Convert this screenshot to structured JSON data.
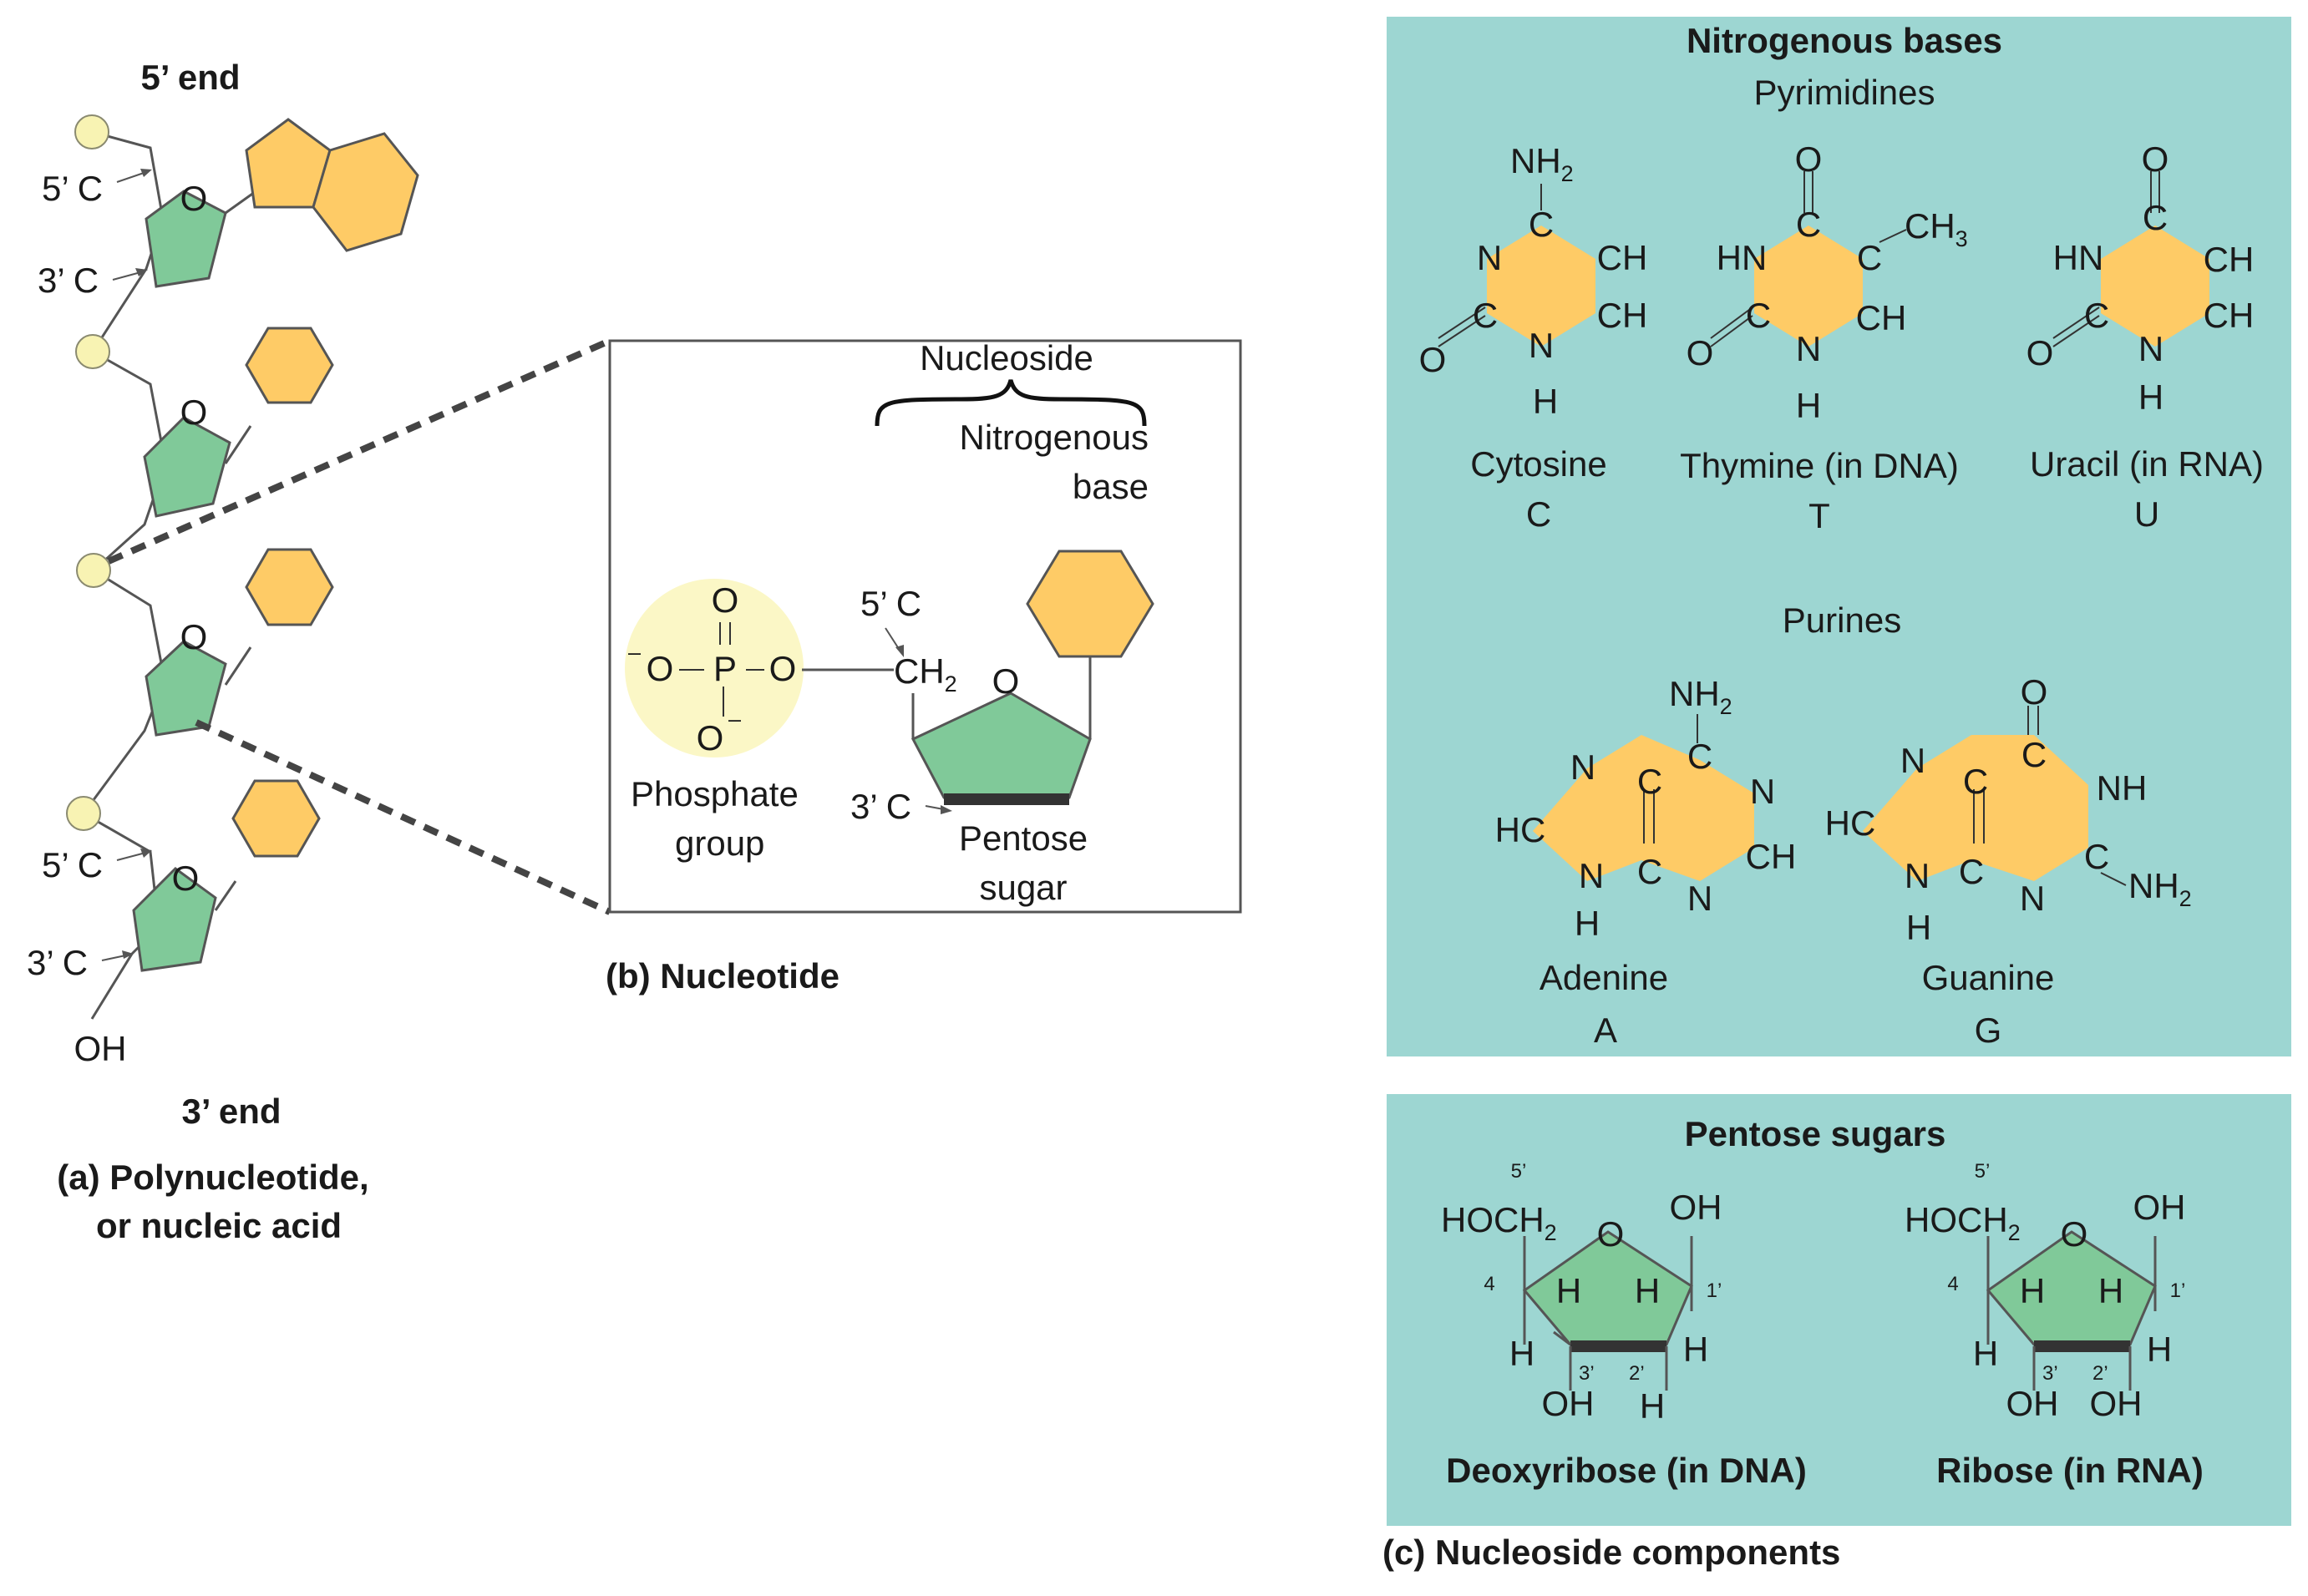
{
  "colors": {
    "panel_bg": "#9dd6d2",
    "base_fill": "#fecb66",
    "sugar_fill": "#80c999",
    "phosphate_fill": "#f8f3b3",
    "phosphate_glow": "#fbf7c6",
    "line": "#555555",
    "text": "#1a1a1a"
  },
  "panel_a": {
    "top_label": "5’ end",
    "bottom_label": "3’ end",
    "five_c": "5’ C",
    "three_c": "3’ C",
    "oxygen": "O",
    "oh": "OH",
    "caption_line1": "(a) Polynucleotide,",
    "caption_line2": "or nucleic acid"
  },
  "panel_b": {
    "nucleoside": "Nucleoside",
    "nitrogenous_base_line1": "Nitrogenous",
    "nitrogenous_base_line2": "base",
    "five_c": "5’ C",
    "three_c": "3’ C",
    "ch2": "CH",
    "sub2": "2",
    "oxygen": "O",
    "phosphorus": "P",
    "minus": "–",
    "phosphate_line1": "Phosphate",
    "phosphate_line2": "group",
    "pentose_line1": "Pentose",
    "pentose_line2": "sugar",
    "caption": "(b) Nucleotide"
  },
  "panel_c": {
    "bases_title": "Nitrogenous bases",
    "pyrimidines": "Pyrimidines",
    "purines": "Purines",
    "sugars_title": "Pentose sugars",
    "caption": "(c) Nucleoside components",
    "atoms": {
      "C": "C",
      "N": "N",
      "H": "H",
      "O": "O",
      "CH": "CH",
      "HN": "HN",
      "HC": "HC",
      "NH": "NH",
      "NH2": "NH",
      "CH3": "CH",
      "sub2": "2",
      "sub3": "3",
      "OH": "OH",
      "HOCH2": "HOCH"
    },
    "cytosine": {
      "name": "Cytosine",
      "letter": "C"
    },
    "thymine": {
      "name": "Thymine (in DNA)",
      "letter": "T"
    },
    "uracil": {
      "name": "Uracil (in RNA)",
      "letter": "U"
    },
    "adenine": {
      "name": "Adenine",
      "letter": "A"
    },
    "guanine": {
      "name": "Guanine",
      "letter": "G"
    },
    "deoxyribose": {
      "name": "Deoxyribose (in DNA)"
    },
    "ribose": {
      "name": "Ribose (in RNA)"
    },
    "numbers": {
      "five_prime": "5’",
      "four": "4",
      "one_prime": "1’",
      "two_prime": "2’",
      "three_prime": "3’"
    }
  }
}
